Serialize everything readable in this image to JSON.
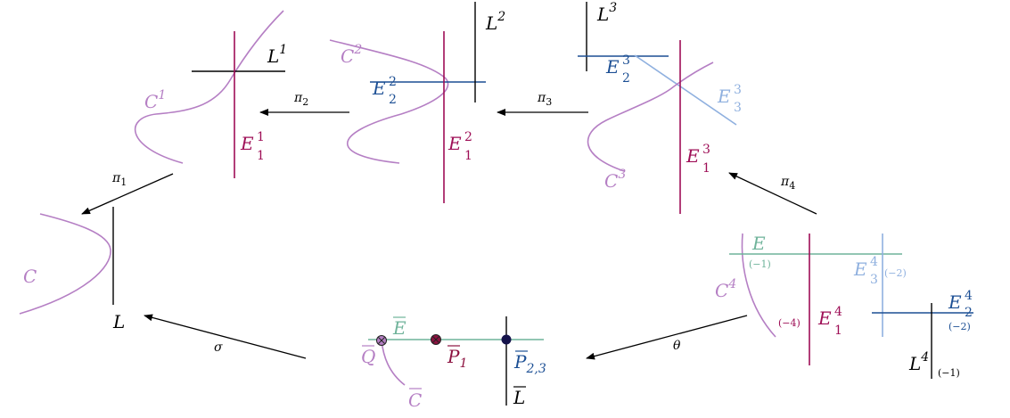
{
  "colors": {
    "black": "#000000",
    "magenta": "#9e0e56",
    "lavender": "#b57fc4",
    "darkblue": "#1c4f94",
    "lightblue": "#8fb0df",
    "teal": "#6fb39a",
    "navy": "#14124a",
    "crimson": "#8d1240"
  },
  "labels": {
    "L1": "L",
    "L1_sup": "1",
    "C1": "C",
    "C1_sup": "1",
    "E11": "E",
    "E11_sub": "1",
    "E11_sup": "1",
    "C2": "C",
    "C2_sup": "2",
    "L2": "L",
    "L2_sup": "2",
    "E22": "E",
    "E22_sub": "2",
    "E22_sup": "2",
    "E12": "E",
    "E12_sub": "1",
    "E12_sup": "2",
    "L3": "L",
    "L3_sup": "3",
    "E23": "E",
    "E23_sub": "2",
    "E23_sup": "3",
    "E33": "E",
    "E33_sub": "3",
    "E33_sup": "3",
    "E13": "E",
    "E13_sub": "1",
    "E13_sup": "3",
    "C3": "C",
    "C3_sup": "3",
    "C": "C",
    "L": "L",
    "E": "E",
    "E_self": "(−1)",
    "E34": "E",
    "E34_sub": "3",
    "E34_sup": "4",
    "E34_self": "(−2)",
    "C4": "C",
    "C4_sup": "4",
    "E14": "E",
    "E14_sub": "1",
    "E14_sup": "4",
    "E14_self": "(−4)",
    "E24": "E",
    "E24_sub": "2",
    "E24_sup": "4",
    "E24_self": "(−2)",
    "L4": "L",
    "L4_sup": "4",
    "L4_self": "(−1)",
    "Ebar": "E",
    "Qbar": "Q",
    "P1bar": "P",
    "P1bar_sub": "1",
    "P23bar": "P",
    "P23bar_sub": "2,3",
    "Cbar": "C",
    "Lbar": "L"
  },
  "maps": {
    "pi1": "π",
    "pi1_sub": "1",
    "pi2": "π",
    "pi2_sub": "2",
    "pi3": "π",
    "pi3_sub": "3",
    "pi4": "π",
    "pi4_sub": "4",
    "sigma": "σ",
    "theta": "θ"
  }
}
